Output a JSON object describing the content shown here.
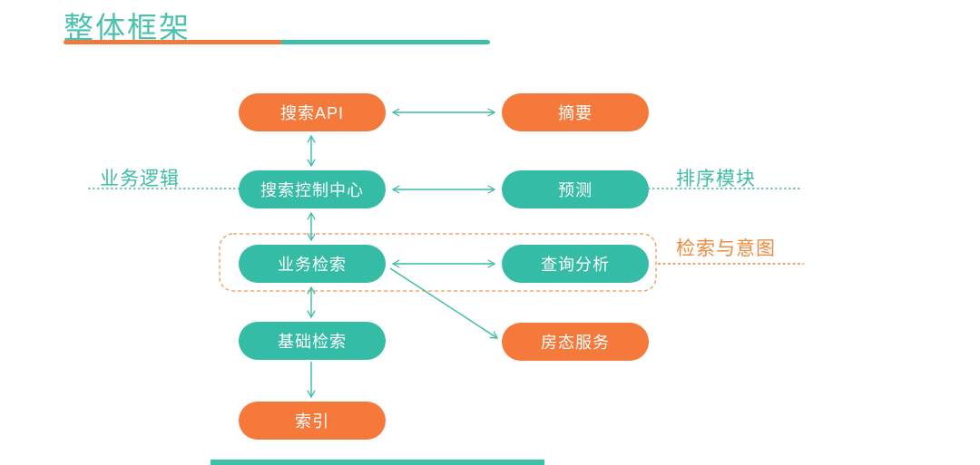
{
  "title": {
    "text": "整体框架"
  },
  "colors": {
    "orange": "#f5793b",
    "teal": "#35bca6",
    "title_text": "#4cc2ad",
    "underline_orange": "#f0793d",
    "underline_teal": "#3dbfa8",
    "arrow": "#3cbca6",
    "group_border": "#f0975a",
    "label_teal": "#3fbda7",
    "label_orange": "#ef8a3e"
  },
  "nodes": [
    {
      "id": "search-api",
      "label": "搜索API",
      "color": "orange"
    },
    {
      "id": "summary",
      "label": "摘要",
      "color": "orange"
    },
    {
      "id": "search-control-center",
      "label": "搜索控制中心",
      "color": "teal"
    },
    {
      "id": "prediction",
      "label": "预测",
      "color": "teal"
    },
    {
      "id": "business-retrieval",
      "label": "业务检索",
      "color": "teal"
    },
    {
      "id": "query-analysis",
      "label": "查询分析",
      "color": "teal"
    },
    {
      "id": "basic-retrieval",
      "label": "基础检索",
      "color": "teal"
    },
    {
      "id": "room-status-service",
      "label": "房态服务",
      "color": "orange"
    },
    {
      "id": "index",
      "label": "索引",
      "color": "orange"
    }
  ],
  "annotations": {
    "business_logic": "业务逻辑",
    "sorting_module": "排序模块",
    "retrieval_and_intent": "检索与意图"
  },
  "connections": [
    {
      "from": "search-api",
      "to": "summary",
      "type": "double-arrow"
    },
    {
      "from": "search-api",
      "to": "search-control-center",
      "type": "double-arrow"
    },
    {
      "from": "search-control-center",
      "to": "prediction",
      "type": "double-arrow"
    },
    {
      "from": "search-control-center",
      "to": "business-retrieval",
      "type": "double-arrow"
    },
    {
      "from": "business-retrieval",
      "to": "query-analysis",
      "type": "double-arrow"
    },
    {
      "from": "business-retrieval",
      "to": "basic-retrieval",
      "type": "double-arrow"
    },
    {
      "from": "business-retrieval",
      "to": "room-status-service",
      "type": "single-arrow"
    },
    {
      "from": "basic-retrieval",
      "to": "index",
      "type": "single-arrow"
    }
  ]
}
